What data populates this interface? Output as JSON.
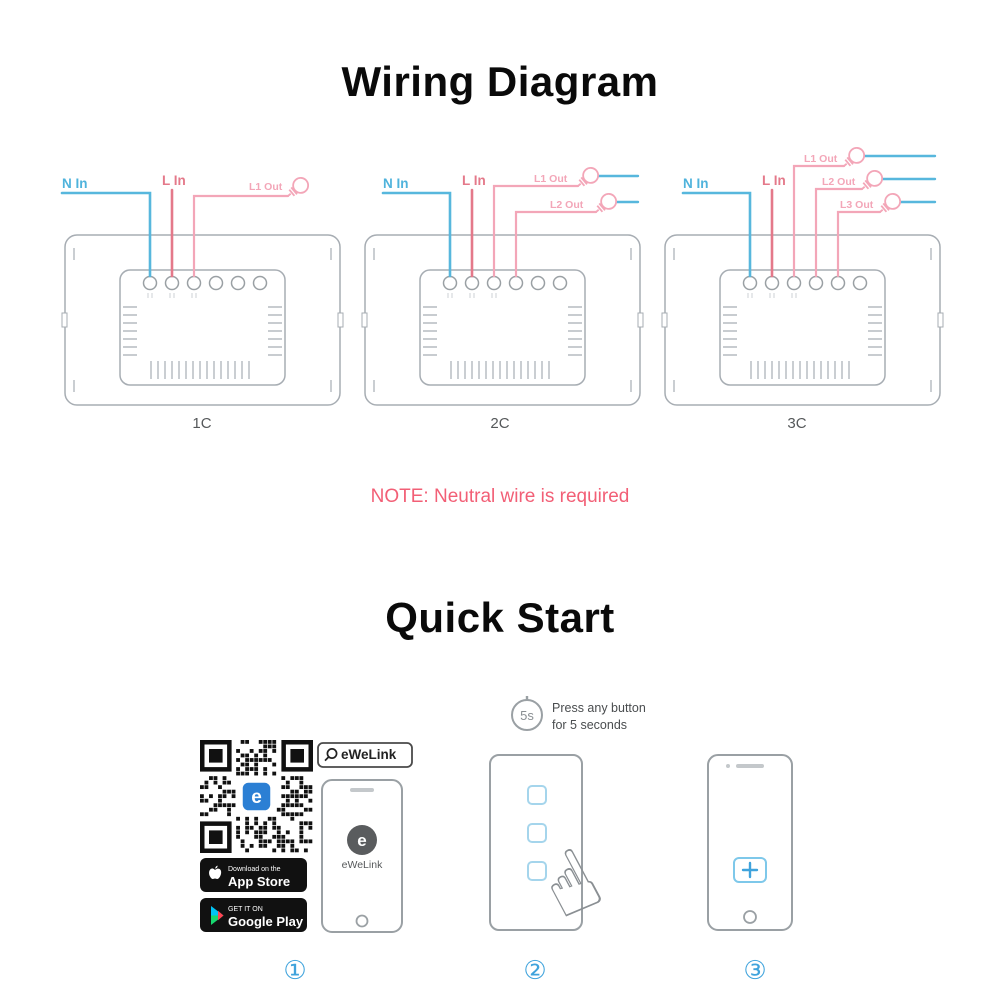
{
  "page": {
    "wiring_title": "Wiring Diagram",
    "note": "NOTE: Neutral wire is required",
    "quick_title": "Quick Start"
  },
  "colors": {
    "wire_neutral_blue": "#57b7dd",
    "wire_live_red": "#e4798a",
    "wire_load_pink": "#f3a6b8",
    "note_pink": "#f25f76",
    "outline_gray": "#a7adb3",
    "accent_blue": "#3fa3dc"
  },
  "diagrams": [
    {
      "label": "1C",
      "neutral_in": "N In",
      "live_in": "L In",
      "outputs": [
        "L1 Out"
      ]
    },
    {
      "label": "2C",
      "neutral_in": "N In",
      "live_in": "L In",
      "outputs": [
        "L1 Out",
        "L2 Out"
      ]
    },
    {
      "label": "3C",
      "neutral_in": "N In",
      "live_in": "L In",
      "outputs": [
        "L1 Out",
        "L2 Out",
        "L3 Out"
      ]
    }
  ],
  "quick_start": {
    "step1": {
      "search_app": "eWeLink",
      "app_store_line1": "Download on the",
      "app_store_line2": "App Store",
      "google_play_line1": "GET IT ON",
      "google_play_line2": "Google Play",
      "phone_app_name": "eWeLink",
      "logo_letter": "e"
    },
    "step2": {
      "timer": "5s",
      "instruction_line1": "Press any button",
      "instruction_line2": "for 5 seconds"
    },
    "steps": [
      "①",
      "②",
      "③"
    ]
  }
}
